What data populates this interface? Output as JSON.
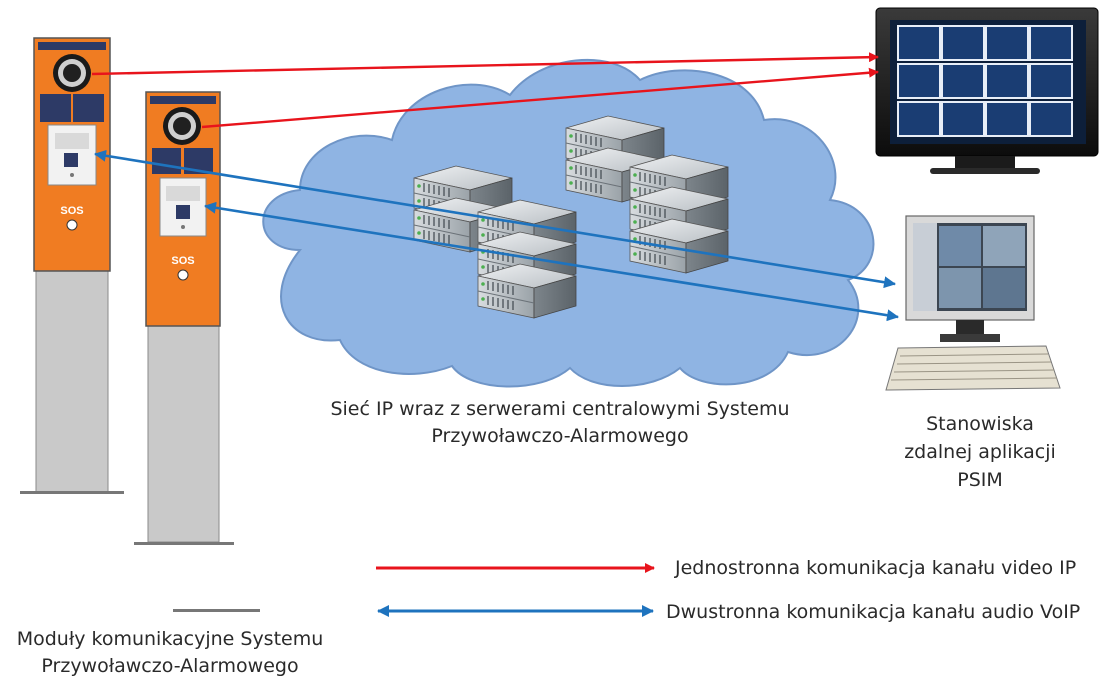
{
  "cloud_label": {
    "line1": "Sieć IP wraz z serwerami centralowymi Systemu",
    "line2": "Przywoławczo-Alarmowego"
  },
  "workstation_label": {
    "line1": "Stanowiska",
    "line2": "zdalnej aplikacji",
    "line3": "PSIM"
  },
  "modules_label": {
    "line1": "Moduły komunikacyjne Systemu",
    "line2": "Przywoławczo-Alarmowego"
  },
  "legend": {
    "video": "Jednostronna komunikacja kanału video IP",
    "audio": "Dwustronna komunikacja kanału audio VoIP"
  },
  "terminal": {
    "sos_label": "SOS"
  },
  "colors": {
    "video_arrow": "#e8141c",
    "audio_arrow": "#1e73be",
    "cloud": "#8fb4e3",
    "terminal_orange": "#f07c22",
    "pillar_grey": "#c9c9c9"
  }
}
